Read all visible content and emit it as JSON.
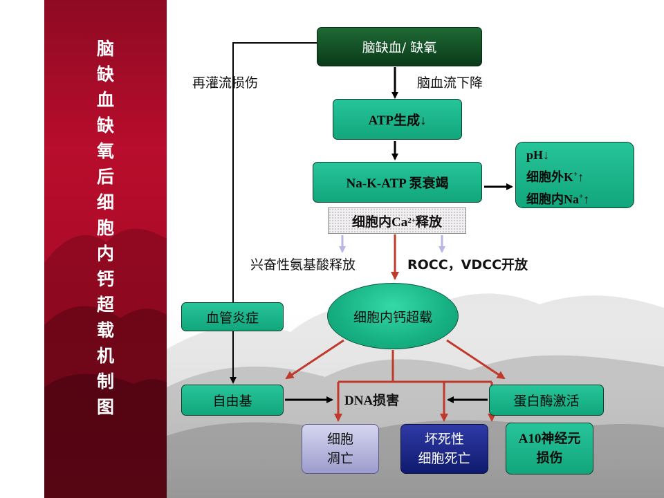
{
  "sidebar": {
    "title_chars": [
      "脑",
      "缺",
      "血",
      "缺",
      "氧",
      "后",
      "细",
      "胞",
      "内",
      "钙",
      "超",
      "载",
      "机",
      "制",
      "图"
    ]
  },
  "diagram": {
    "top_box": "脑缺血/ 缺氧",
    "label_reperfusion": "再灌流损伤",
    "label_cbf_drop": "脑血流下降",
    "atp_box": "ATP生成↓",
    "pump_box": "Na-K-ATP 泵衰竭",
    "ion_box": {
      "line1": "pH↓",
      "line2_text": "细胞外K",
      "line2_sup": "+",
      "line2_arrow": "↑",
      "line3_text": "细胞内Na",
      "line3_sup": "+",
      "line3_arrow": "↑"
    },
    "ca_release": {
      "text_before": "细胞内Ca",
      "sup": "2+",
      "text_after": "释放"
    },
    "label_excitatory": "兴奋性氨基酸释放",
    "label_channels": "ROCC，VDCC开放",
    "overload_ellipse": "细胞内钙超载",
    "vascular_box": "血管炎症",
    "free_radical_box": "自由基",
    "label_dna": "DNA损害",
    "protease_box": "蛋白酶激活",
    "outcome_apoptosis": [
      "细胞",
      "凋亡"
    ],
    "outcome_necrosis": [
      "坏死性",
      "细胞死亡"
    ],
    "outcome_neuron": [
      "A10神经元",
      "损伤"
    ]
  },
  "colors": {
    "sidebar_red": "#b80d2c",
    "box_green": "#1bb58a",
    "top_box_dark_green": "#0a3a1a",
    "arrow_red": "#c0392b",
    "arrow_black": "#000000",
    "necrosis_blue": "#1a2484",
    "apoptosis_lavender": "#b8b8e0"
  }
}
